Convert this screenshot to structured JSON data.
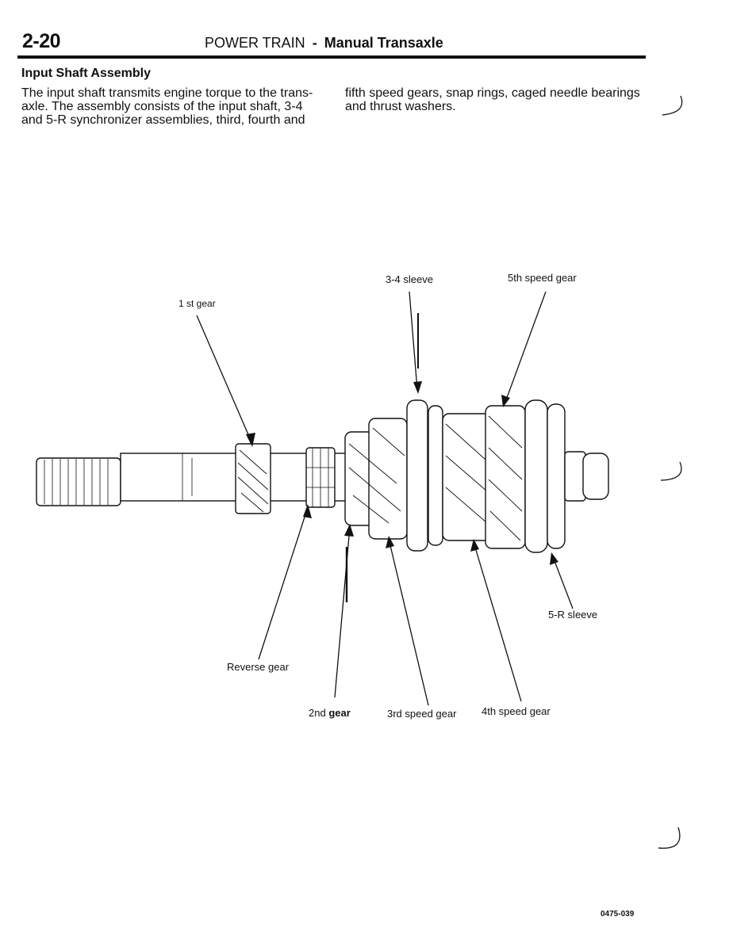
{
  "header": {
    "page_number": "2-20",
    "section": "POWER TRAIN",
    "separator": "-",
    "subsection": "Manual Transaxle"
  },
  "content": {
    "heading": "Input Shaft Assembly",
    "paragraph_left": "The input shaft transmits engine torque to the trans-axle. The assembly consists of the input shaft, 3-4 and 5-R synchronizer assemblies, third, fourth and",
    "paragraph_right": "fifth speed gears, snap rings, caged needle bearings and thrust washers."
  },
  "figure": {
    "labels": {
      "sleeve_34": "3-4 sleeve",
      "fifth_gear": "5th speed gear",
      "first_gear": "1 st gear",
      "reverse_gear": "Reverse gear",
      "second_gear_a": "2nd ",
      "second_gear_b": "gear",
      "third_gear": "3rd speed gear",
      "fourth_gear": "4th speed gear",
      "sleeve_5r": "5-R sleeve"
    },
    "code": "0475-039"
  }
}
